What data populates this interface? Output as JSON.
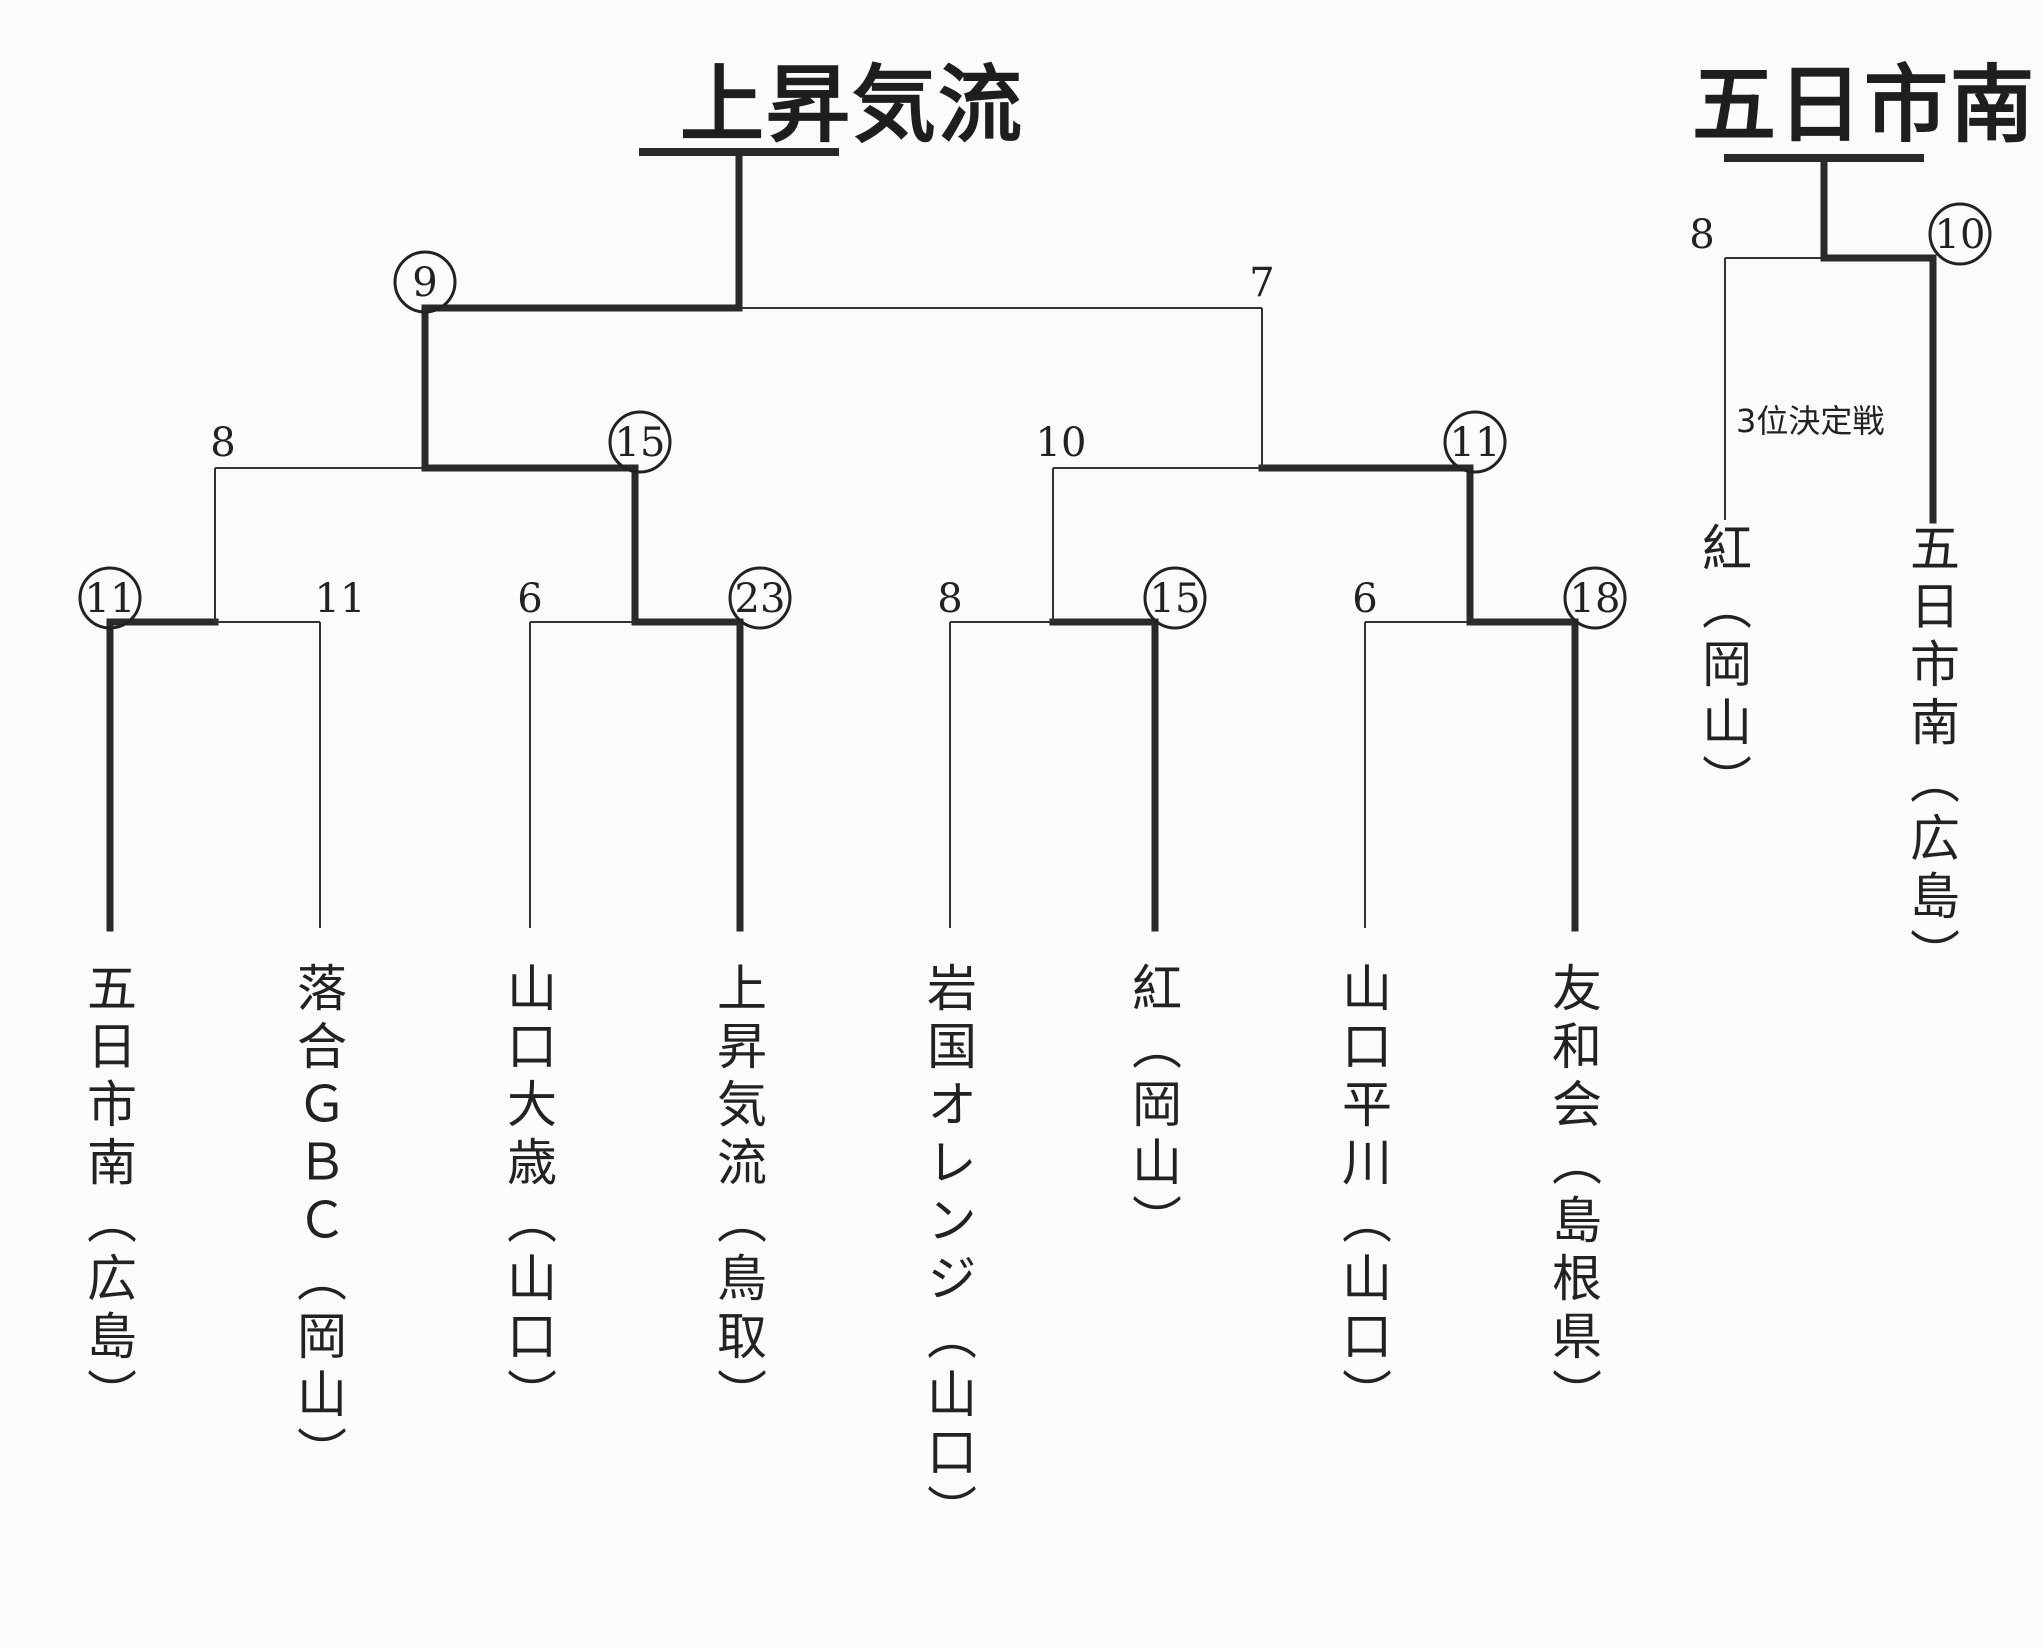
{
  "main": {
    "champion": "上昇気流",
    "teams": [
      "五日市南（広島）",
      "落合ＧＢＣ（岡山）",
      "山口大歳（山口）",
      "上昇気流（鳥取）",
      "岩国オレンジ（山口）",
      "紅（岡山）",
      "山口平川（山口）",
      "友和会（島根県）"
    ],
    "round1": [
      {
        "left_score": "11",
        "right_score": "11",
        "winner": "left"
      },
      {
        "left_score": "6",
        "right_score": "23",
        "winner": "right"
      },
      {
        "left_score": "8",
        "right_score": "15",
        "winner": "right"
      },
      {
        "left_score": "6",
        "right_score": "18",
        "winner": "right"
      }
    ],
    "semifinals": [
      {
        "left_score": "8",
        "right_score": "15",
        "winner": "right"
      },
      {
        "left_score": "10",
        "right_score": "11",
        "winner": "right"
      }
    ],
    "final": {
      "left_score": "9",
      "right_score": "7",
      "winner": "left"
    }
  },
  "third_place": {
    "winner": "五日市南",
    "label": "3位決定戦",
    "teams": [
      "紅（岡山）",
      "五日市南（広島）"
    ],
    "left_score": "8",
    "right_score": "10",
    "winner_side": "right"
  }
}
